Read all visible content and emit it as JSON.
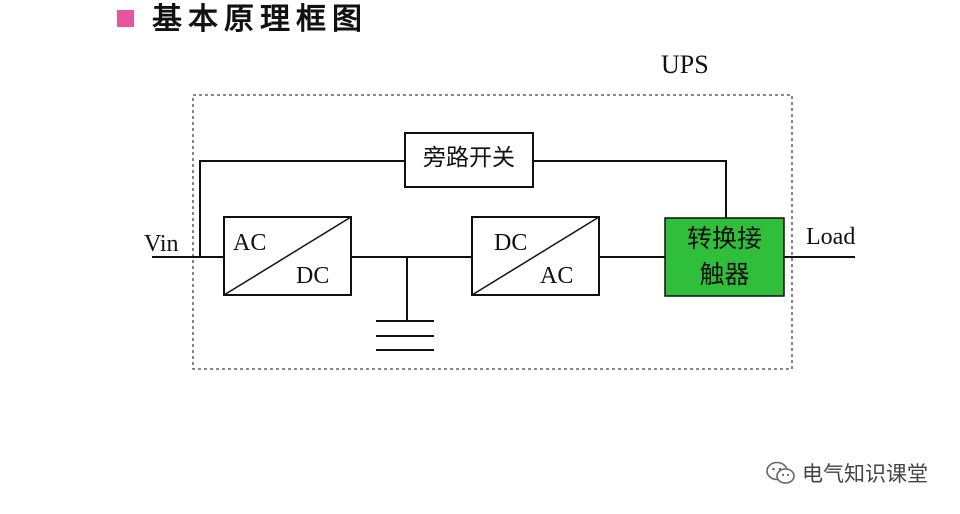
{
  "title": "基本原理框图",
  "colors": {
    "bullet": "#e5569a",
    "contactor_fill": "#2fbf3a",
    "line": "#111111",
    "box_border": "#444444"
  },
  "diagram": {
    "container_label": "UPS",
    "input_label": "Vin",
    "output_label": "Load",
    "bypass_switch": "旁路开关",
    "rectifier": {
      "top": "AC",
      "bottom": "DC"
    },
    "inverter": {
      "top": "DC",
      "bottom": "AC"
    },
    "contactor": {
      "line1": "转换接",
      "line2": "触器"
    }
  },
  "watermark": {
    "icon": "wechat-icon",
    "text": "电气知识课堂"
  }
}
